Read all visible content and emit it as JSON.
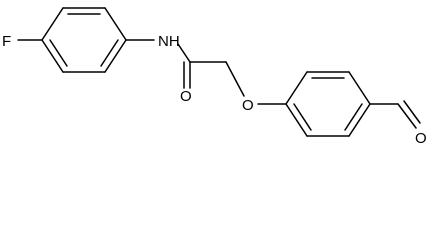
{
  "molecule": {
    "atoms": {
      "fluorine": "F",
      "amide_nitrogen": "NH",
      "amide_oxygen": "O",
      "ether_oxygen": "O",
      "aldehyde_oxygen": "O"
    },
    "colors": {
      "bond": "#000000",
      "label": "#000000",
      "background": "#ffffff"
    }
  }
}
